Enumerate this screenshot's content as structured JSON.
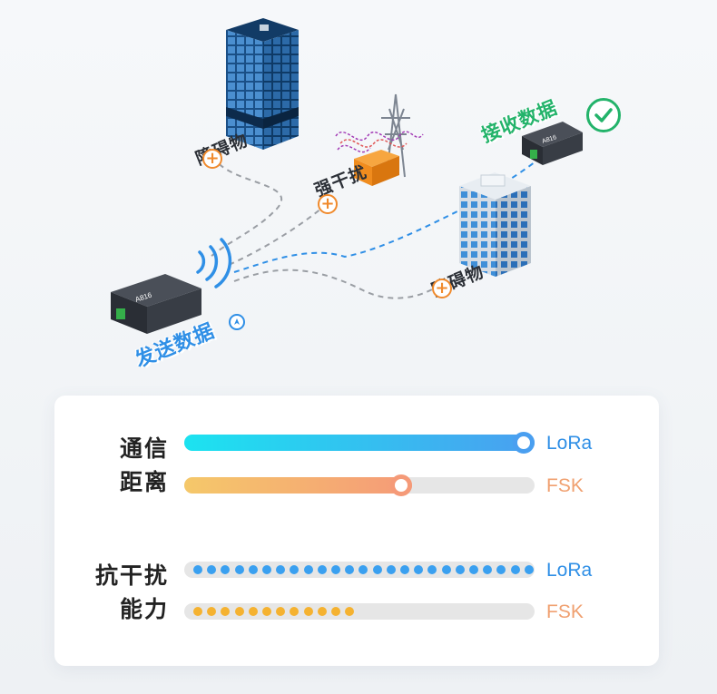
{
  "scene": {
    "labels": {
      "obstacle": "障碍物",
      "interference": "强干扰",
      "send": "发送数据",
      "receive": "接收数据"
    },
    "icons": {
      "plus_marker": "+",
      "check": "check-icon",
      "send_arrow": "arrow-icon"
    },
    "colors": {
      "blue_path": "#2f8fe6",
      "gray_path": "#9a9ea4",
      "orange_marker": "#f08a2c",
      "green": "#23b36a"
    }
  },
  "comparison": {
    "distance": {
      "label_line1": "通信",
      "label_line2": "距离",
      "lora_name": "LoRa",
      "fsk_name": "FSK",
      "lora_level": 1.0,
      "fsk_level": 0.65
    },
    "anti_interference": {
      "label_line1": "抗干扰",
      "label_line2": "能力",
      "lora_name": "LoRa",
      "fsk_name": "FSK",
      "lora_level": 1.0,
      "fsk_level": 0.48
    },
    "colors": {
      "lora_text": "#2f8fe6",
      "fsk_text": "#f0a070",
      "lora_gradient": [
        "#1ce3f0",
        "#4a9ff0"
      ],
      "fsk_gradient": [
        "#f5c86a",
        "#f59a78"
      ],
      "lora_dot": "#3aa0f0",
      "fsk_dot": "#f5b230",
      "track": "#e6e6e6"
    }
  }
}
